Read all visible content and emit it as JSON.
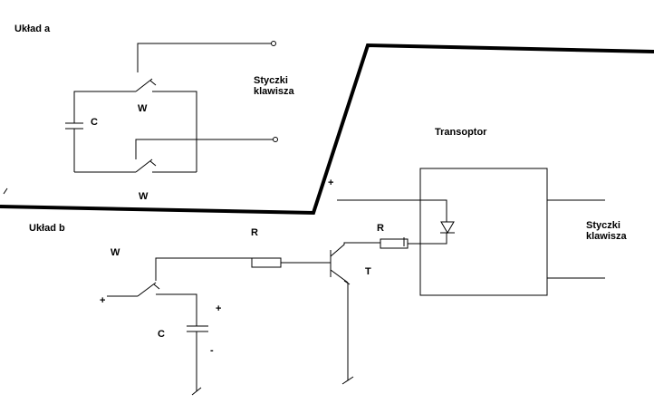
{
  "section_a": {
    "title": "Układ a",
    "switch_label": "W",
    "switch2_label": "W",
    "cap_label": "C"
  },
  "section_b": {
    "title": "Układ b",
    "switch_label": "W",
    "resistor1_label": "R",
    "resistor2_label": "R",
    "transistor_label": "T",
    "cap_label": "C",
    "plus_input": "+",
    "plus_cap": "+",
    "minus_cap": "-"
  },
  "optocoupler": {
    "title": "Transoptor",
    "plus": "+"
  },
  "contacts": {
    "top": [
      "Styczki",
      "klawisza"
    ],
    "right": [
      "Styczki",
      "klawisza"
    ]
  }
}
